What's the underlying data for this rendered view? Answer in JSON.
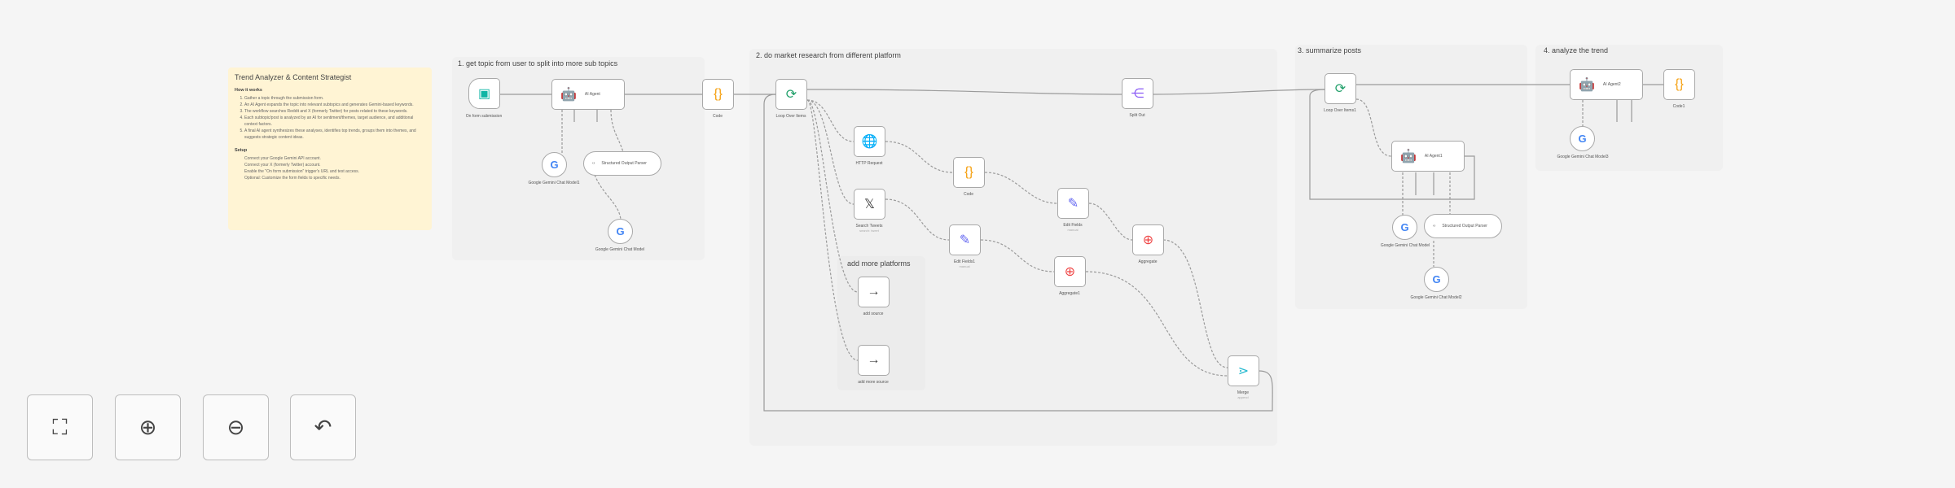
{
  "sticky": {
    "title": "Trend Analyzer & Content Strategist",
    "how_heading": "How it works",
    "how_items": [
      "Gather a topic through the submission form.",
      "An AI Agent expands the topic into relevant subtopics and generates Gemini-based keywords.",
      "The workflow searches Reddit and X (formerly Twitter) for posts related to these keywords.",
      "Each subtopic/post is analyzed by an AI for sentiment/themes, target audience, and additional context factors.",
      "A final AI agent synthesizes these analyses, identifies top trends, groups them into themes, and suggests strategic content ideas."
    ],
    "setup_heading": "Setup",
    "setup_items": [
      "Connect your Google Gemini API account.",
      "Connect your X (formerly Twitter) account.",
      "Enable the \"On form submission\" trigger's URL and test access.",
      "Optional: Customize the form fields to specific needs."
    ]
  },
  "sections": {
    "s1": "1. get topic from user to split into more sub topics",
    "s2": "2. do market research from different platform",
    "s2b": "add more platforms",
    "s3": "3. summarize posts",
    "s4": "4. analyze the trend"
  },
  "nodes": {
    "form": "On form submission",
    "agent1": "AI Agent",
    "code_a": "Code",
    "gem1": "Google Gemini Chat Model1",
    "parser1": "Structured Output Parser",
    "gem0": "Google Gemini Chat Model",
    "loop": "Loop Over Items",
    "http": "HTTP Request",
    "code_b": "Code",
    "tweets": "Search Tweets",
    "tweets_sub": "search: tweet",
    "edit": "Edit Fields",
    "edit_sub": "manual",
    "edit1": "Edit Fields1",
    "edit1_sub": "manual",
    "agg": "Aggregate",
    "agg1": "Aggregate1",
    "add_source": "add source",
    "add_more_source": "add more source",
    "merge": "Merge",
    "merge_sub": "append",
    "split": "Split Out",
    "loop1": "Loop Over Items1",
    "agent_b": "AI Agent1",
    "gem_b": "Google Gemini Chat Model",
    "parser_b": "Structured Output Parser",
    "gem_b2": "Google Gemini Chat Model2",
    "agent_c": "AI Agent2",
    "code_c": "Code1",
    "gem_c": "Google Gemini Chat Model3"
  },
  "controls": {
    "fit": "fit-view",
    "zoom_in": "zoom-in",
    "zoom_out": "zoom-out",
    "undo": "undo"
  },
  "colors": {
    "sticky": "#fff4d4",
    "code": "#f59e0b",
    "loop": "#22a06b",
    "http": "#4f46e5",
    "aggregate": "#ef4444",
    "merge": "#22b8cf"
  }
}
